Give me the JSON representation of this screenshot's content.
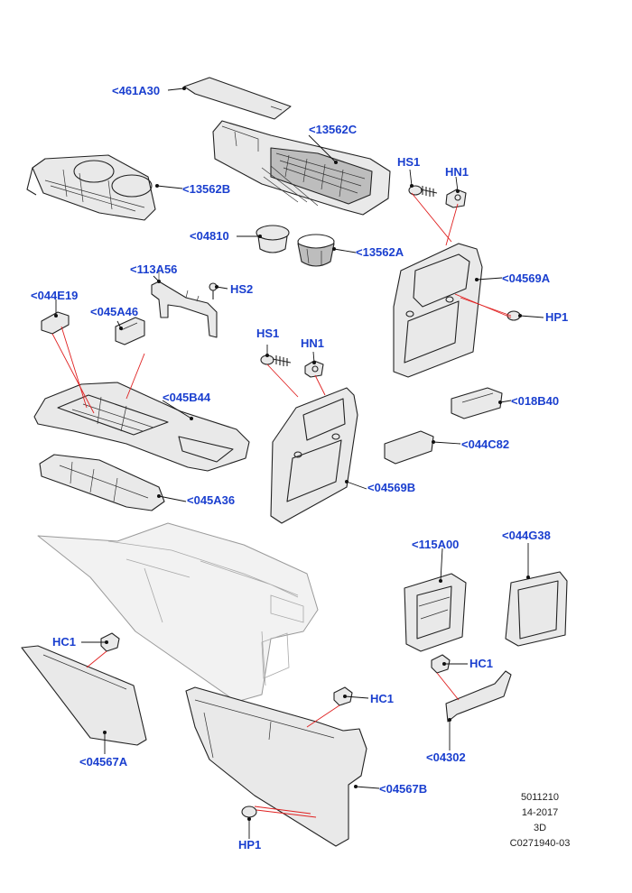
{
  "diagram": {
    "callouts": {
      "c461A30": "<461A30",
      "c13562C": "<13562C",
      "c13562B": "<13562B",
      "hs1_top": "HS1",
      "hn1_top": "HN1",
      "c04810": "<04810",
      "c13562A": "<13562A",
      "c113A56": "<113A56",
      "hs2": "HS2",
      "c044E19": "<044E19",
      "c045A46": "<045A46",
      "c04569A": "<04569A",
      "hp1_right": "HP1",
      "hs1_mid": "HS1",
      "hn1_mid": "HN1",
      "c045B44": "<045B44",
      "c018B40": "<018B40",
      "c044C82": "<044C82",
      "c045A36": "<045A36",
      "c04569B": "<04569B",
      "c115A00": "<115A00",
      "c044G38": "<044G38",
      "hc1_left": "HC1",
      "hc1_right": "HC1",
      "hc1_mid": "HC1",
      "c04567A": "<04567A",
      "c04302": "<04302",
      "c04567B": "<04567B",
      "hp1_bottom": "HP1"
    },
    "footer": {
      "line1": "5011210",
      "line2": "14-2017",
      "line3": "3D",
      "line4": "C0271940-03"
    },
    "colors": {
      "callout_text": "#1a3fcf",
      "leader_line": "#111111",
      "guide_line": "#e02020"
    }
  }
}
